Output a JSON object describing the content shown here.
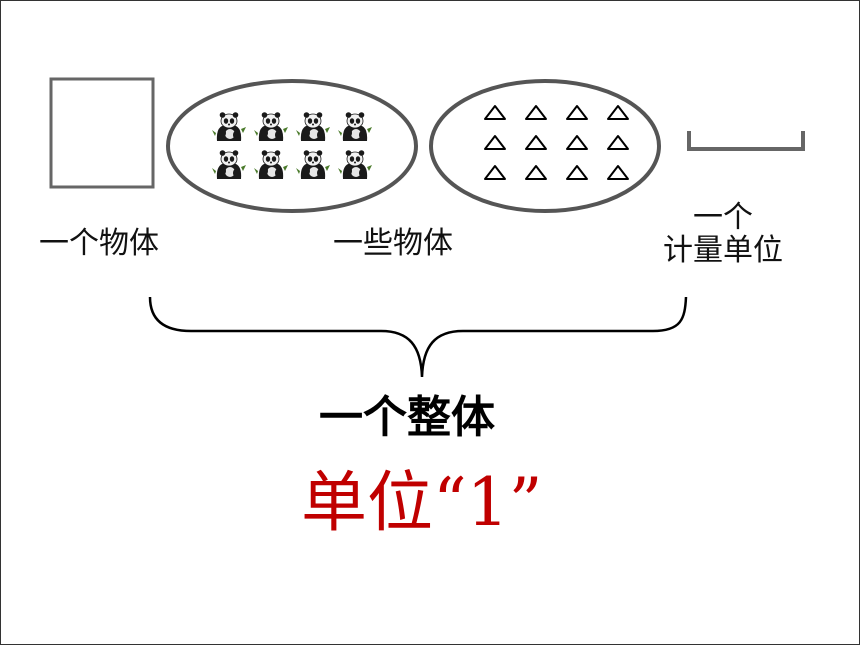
{
  "labels": {
    "one_object": "一个物体",
    "some_objects": "一些物体",
    "unit_measure_line1": "一个",
    "unit_measure_line2": "计量单位",
    "whole": "一个整体",
    "unit_one": "单位“1”"
  },
  "groups": {
    "pandas": {
      "count": 8,
      "rows": 2,
      "cols": 4
    },
    "triangles": {
      "count": 12,
      "rows": 3,
      "cols": 4
    }
  },
  "icons": [
    "square-outline-icon",
    "panda-icon",
    "triangle-icon",
    "measure-segment-icon",
    "curly-brace-icon"
  ],
  "colors": {
    "accent": "#c00000",
    "ellipse_stroke": "#555555",
    "shape_stroke": "#666666",
    "text": "#111111"
  }
}
